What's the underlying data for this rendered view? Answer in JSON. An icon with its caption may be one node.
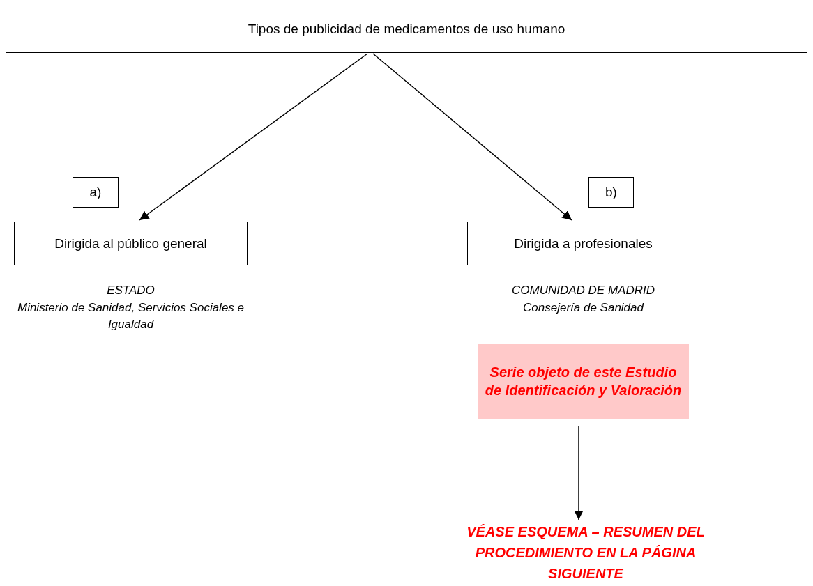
{
  "diagram": {
    "nodes": [
      {
        "text": [
          "Tipos de publicidad de medicamentos de uso humano"
        ]
      },
      {
        "text": [
          "a)"
        ]
      },
      {
        "text": [
          "Dirigida al público general"
        ],
        "beside": [
          "ESTADO",
          "Ministerio de Sanidad, Servicios Sociales e Igualdad"
        ]
      },
      {
        "text": [
          "b)"
        ]
      },
      {
        "text": [
          "Dirigida a profesionales"
        ],
        "beside": [
          "COMUNIDAD DE MADRID",
          "Consejería de Sanidad"
        ]
      },
      {
        "text": [
          "Serie objeto de este Estudio de Identificación y Valoración"
        ]
      },
      {
        "text": [
          "VÉASE ESQUEMA – RESUMEN DEL PROCEDIMIENTO EN LA PÁGINA SIGUIENTE"
        ]
      }
    ],
    "edges": [
      {
        "from": 0,
        "to": 2,
        "arrow": "to"
      },
      {
        "from": 0,
        "to": 4,
        "arrow": "to"
      },
      {
        "from": 5,
        "to": 6,
        "arrow": "to"
      }
    ]
  }
}
